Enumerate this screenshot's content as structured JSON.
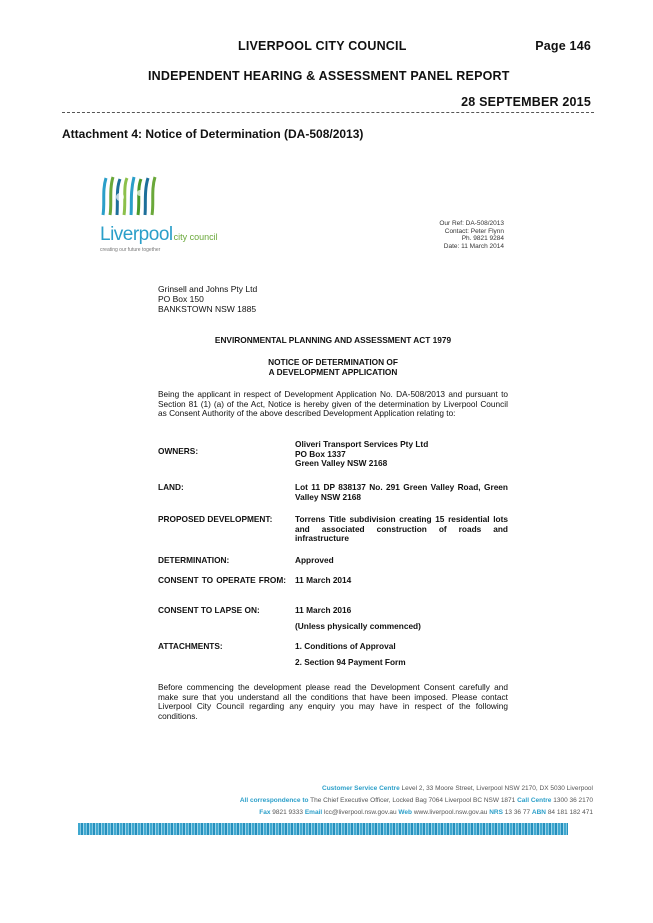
{
  "header": {
    "council": "LIVERPOOL CITY COUNCIL",
    "page": "Page 146",
    "report": "INDEPENDENT HEARING & ASSESSMENT PANEL REPORT",
    "date": "28 SEPTEMBER 2015"
  },
  "attachment_title": "Attachment 4: Notice of Determination (DA-508/2013)",
  "logo": {
    "word": "Liverpool",
    "suffix": "city council",
    "tagline": "creating our future together"
  },
  "reference": {
    "our_ref": "Our Ref: DA-508/2013",
    "contact": "Contact: Peter Flynn",
    "phone": "Ph. 9821 9284",
    "date": "Date: 11 March 2014"
  },
  "addressee": {
    "line1": "Grinsell and Johns Pty Ltd",
    "line2": "PO Box 150",
    "line3": "BANKSTOWN  NSW  1885"
  },
  "act_title": "ENVIRONMENTAL PLANNING AND ASSESSMENT ACT 1979",
  "notice_title_1": "NOTICE OF DETERMINATION OF",
  "notice_title_2": "A DEVELOPMENT APPLICATION",
  "intro": "Being the applicant in respect of Development Application No. DA-508/2013 and pursuant to Section 81 (1) (a) of the Act, Notice is hereby given of the determination by Liverpool Council as Consent Authority of the above described Development Application relating to:",
  "fields": {
    "owners_label": "OWNERS:",
    "owners_line1": "Oliveri Transport Services Pty Ltd",
    "owners_line2": "PO Box 1337",
    "owners_line3": "Green Valley  NSW 2168",
    "land_label": "LAND:",
    "land_value": "Lot 11 DP 838137 No. 291 Green Valley Road, Green Valley  NSW  2168",
    "proposed_label": "PROPOSED DEVELOPMENT:",
    "proposed_value": "Torrens Title subdivision creating 15 residential lots and associated construction of roads and infrastructure",
    "determination_label": "DETERMINATION:",
    "determination_value": "Approved",
    "consent_operate_label": "CONSENT TO OPERATE FROM:",
    "consent_operate_value": "11 March 2014",
    "consent_lapse_label": "CONSENT TO LAPSE ON:",
    "consent_lapse_value": "11 March 2016",
    "consent_lapse_note": "(Unless physically commenced)",
    "attachments_label": "ATTACHMENTS:",
    "attachment_1": "1.   Conditions of Approval",
    "attachment_2": "2.   Section 94 Payment Form"
  },
  "closing": "Before commencing the development please read the Development Consent carefully and make sure that you understand all the conditions that have been imposed. Please contact Liverpool City Council regarding any enquiry you may have in respect of the following conditions.",
  "footer": {
    "csc_label": "Customer Service Centre",
    "csc_value": "Level 2, 33 Moore Street, Liverpool NSW 2170, DX 5030 Liverpool",
    "corr_label": "All correspondence to",
    "corr_value": "The Chief Executive Officer, Locked Bag 7064 Liverpool BC NSW 1871",
    "call_label": "Call Centre",
    "call_value": "1300 36 2170",
    "fax_label": "Fax",
    "fax_value": "9821 9333",
    "email_label": "Email",
    "email_value": "lcc@liverpool.nsw.gov.au",
    "web_label": "Web",
    "web_value": "www.liverpool.nsw.gov.au",
    "nrs_label": "NRS",
    "nrs_value": "13 36 77",
    "abn_label": "ABN",
    "abn_value": "84 181 182 471"
  },
  "colors": {
    "logo_green": "#6aa83a",
    "logo_blue": "#2b9fc9",
    "footer_accent": "#2b9fc9"
  }
}
